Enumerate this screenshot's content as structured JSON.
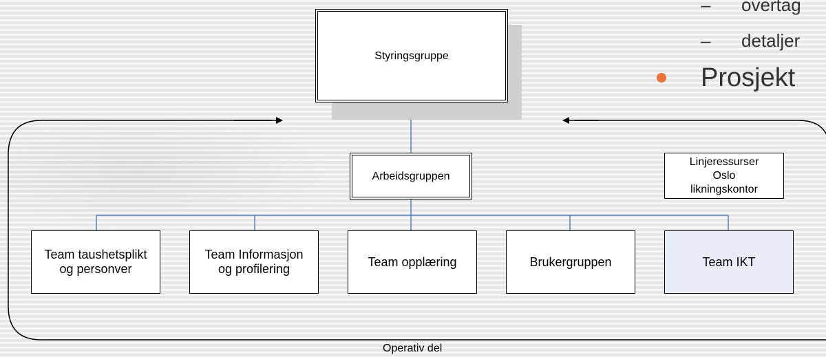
{
  "slide_bullets": {
    "sub1": "overtag",
    "sub2": "detaljer",
    "dash": "–",
    "main": "Prosjekt"
  },
  "org": {
    "steering": "Styringsgruppe",
    "working": "Arbeidsgruppen",
    "line_resources": [
      "Linjeressurser",
      "Oslo",
      "likningskontor"
    ],
    "teams": [
      {
        "line1": "Team taushetsplikt",
        "line2": "og personver"
      },
      {
        "line1": "Team Informasjon",
        "line2": "og profilering"
      },
      {
        "line1": "Team opplæring",
        "line2": ""
      },
      {
        "line1": "Brukergruppen",
        "line2": ""
      },
      {
        "line1": "Team IKT",
        "line2": ""
      }
    ],
    "operative_label": "Operativ del"
  },
  "colors": {
    "bullet": "#e8743b",
    "connector": "#4f81bd",
    "team_ikt_fill": "#e8edf7"
  }
}
